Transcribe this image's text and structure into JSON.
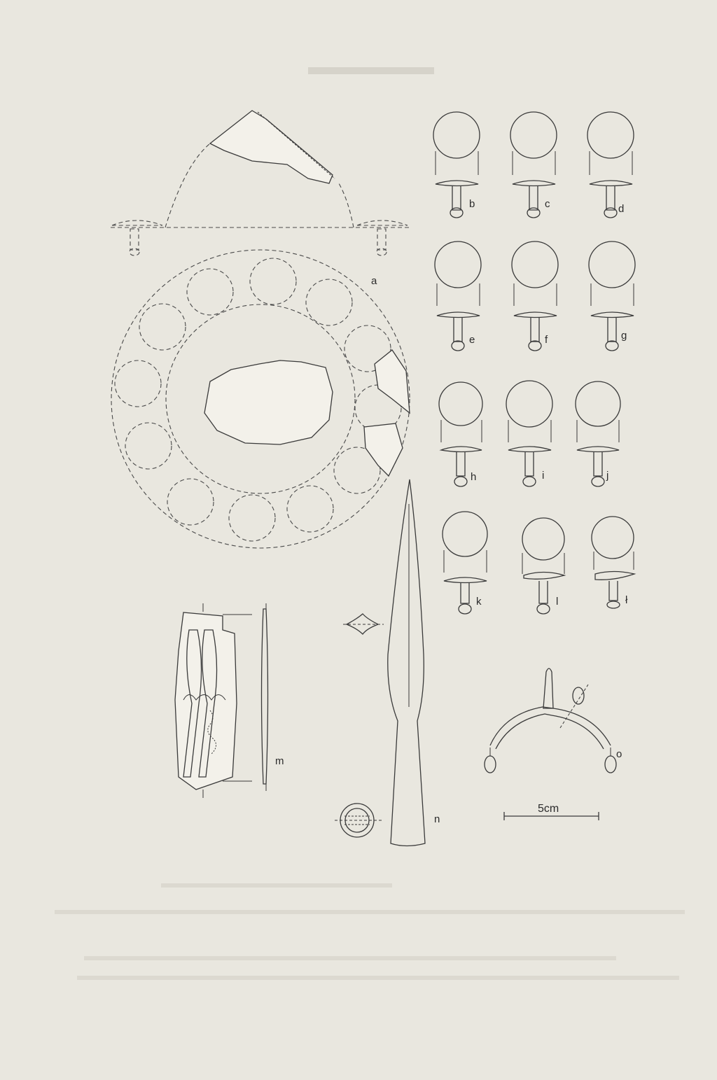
{
  "figure": {
    "labels": {
      "a": "a",
      "b": "b",
      "c": "c",
      "d": "d",
      "e": "e",
      "f": "f",
      "g": "g",
      "h": "h",
      "i": "i",
      "j": "j",
      "k": "k",
      "l": "l",
      "l2": "ł",
      "m": "m",
      "n": "n",
      "o": "o"
    },
    "scale_bar": "5cm"
  },
  "colors": {
    "paper": "#e9e7df",
    "ink": "#3a3a3a"
  },
  "icons": {
    "shield_boss": "shield-boss-drawing",
    "rivet": "rivet-drawing",
    "spearhead": "spearhead-drawing",
    "knife_fragment": "knife-fragment-drawing",
    "spur": "spur-drawing"
  }
}
